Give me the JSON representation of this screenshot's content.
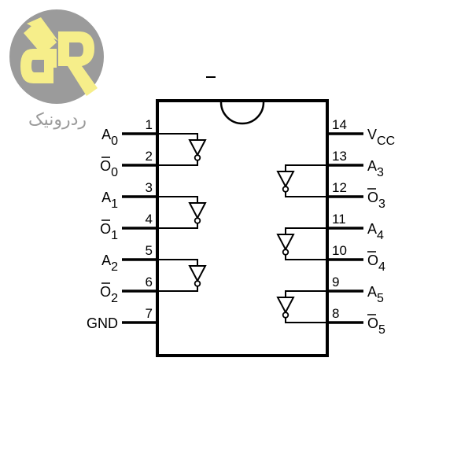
{
  "brand": {
    "name": "ردرونیک",
    "logo_letters": "RR",
    "colors": {
      "circle": "#9b9b9b",
      "mark": "#f6ee8a"
    }
  },
  "chip": {
    "pins": [
      {
        "num": "1",
        "name": "A",
        "sub": "0",
        "bar": false,
        "side": "left"
      },
      {
        "num": "2",
        "name": "O",
        "sub": "0",
        "bar": true,
        "side": "left"
      },
      {
        "num": "3",
        "name": "A",
        "sub": "1",
        "bar": false,
        "side": "left"
      },
      {
        "num": "4",
        "name": "O",
        "sub": "1",
        "bar": true,
        "side": "left"
      },
      {
        "num": "5",
        "name": "A",
        "sub": "2",
        "bar": false,
        "side": "left"
      },
      {
        "num": "6",
        "name": "O",
        "sub": "2",
        "bar": true,
        "side": "left"
      },
      {
        "num": "7",
        "name": "GND",
        "sub": "",
        "bar": false,
        "side": "left"
      },
      {
        "num": "8",
        "name": "O",
        "sub": "5",
        "bar": true,
        "side": "right"
      },
      {
        "num": "9",
        "name": "A",
        "sub": "5",
        "bar": false,
        "side": "right"
      },
      {
        "num": "10",
        "name": "O",
        "sub": "4",
        "bar": true,
        "side": "right"
      },
      {
        "num": "11",
        "name": "A",
        "sub": "4",
        "bar": false,
        "side": "right"
      },
      {
        "num": "12",
        "name": "O",
        "sub": "3",
        "bar": true,
        "side": "right"
      },
      {
        "num": "13",
        "name": "A",
        "sub": "3",
        "bar": false,
        "side": "right"
      },
      {
        "num": "14",
        "name": "V",
        "sub": "CC",
        "bar": false,
        "side": "right"
      }
    ],
    "gates": [
      {
        "in": "1",
        "out": "2"
      },
      {
        "in": "3",
        "out": "4"
      },
      {
        "in": "5",
        "out": "6"
      },
      {
        "in": "13",
        "out": "12"
      },
      {
        "in": "11",
        "out": "10"
      },
      {
        "in": "9",
        "out": "8"
      }
    ]
  }
}
